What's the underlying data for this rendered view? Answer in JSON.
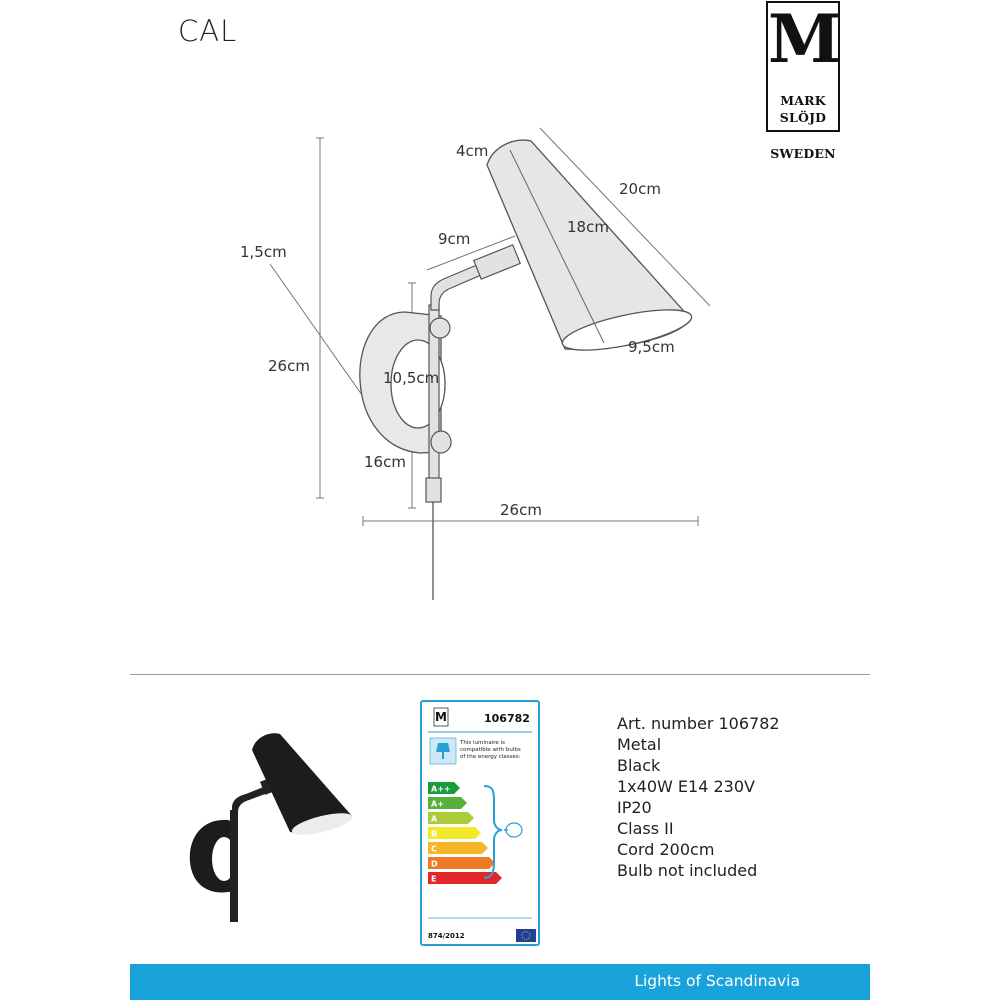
{
  "product": {
    "name": "CAL"
  },
  "logo": {
    "letter": "M",
    "line1": "MARK",
    "line2": "SLÖJD",
    "line3": "SWEDEN"
  },
  "dimensions": {
    "shade_top_width": "4cm",
    "shade_length": "20cm",
    "shade_inner": "18cm",
    "arm_length": "9cm",
    "plate_depth": "1,5cm",
    "total_height": "26cm",
    "shade_bottom": "9,5cm",
    "plate_height": "10,5cm",
    "lower_height": "16cm",
    "total_width": "26cm"
  },
  "energy_label": {
    "article": "106782",
    "text": [
      "This luminaire is",
      "compatible with bulbs",
      "of the energy classes:"
    ],
    "classes": [
      "A++",
      "A+",
      "A",
      "B",
      "C",
      "D",
      "E"
    ],
    "class_colors": [
      "#1a9b3c",
      "#55b13a",
      "#a9cc38",
      "#f3e92a",
      "#f7b52a",
      "#ee7a26",
      "#e3262a"
    ],
    "regulation": "874/2012"
  },
  "specs": [
    "Art. number 106782",
    "Metal",
    "Black",
    "1x40W E14 230V",
    "IP20",
    "Class II",
    "Cord 200cm",
    "Bulb not included"
  ],
  "footer": {
    "tagline": "Lights of Scandinavia"
  },
  "colors": {
    "accent": "#1aa3db",
    "lamp": "#1c1c1c"
  }
}
